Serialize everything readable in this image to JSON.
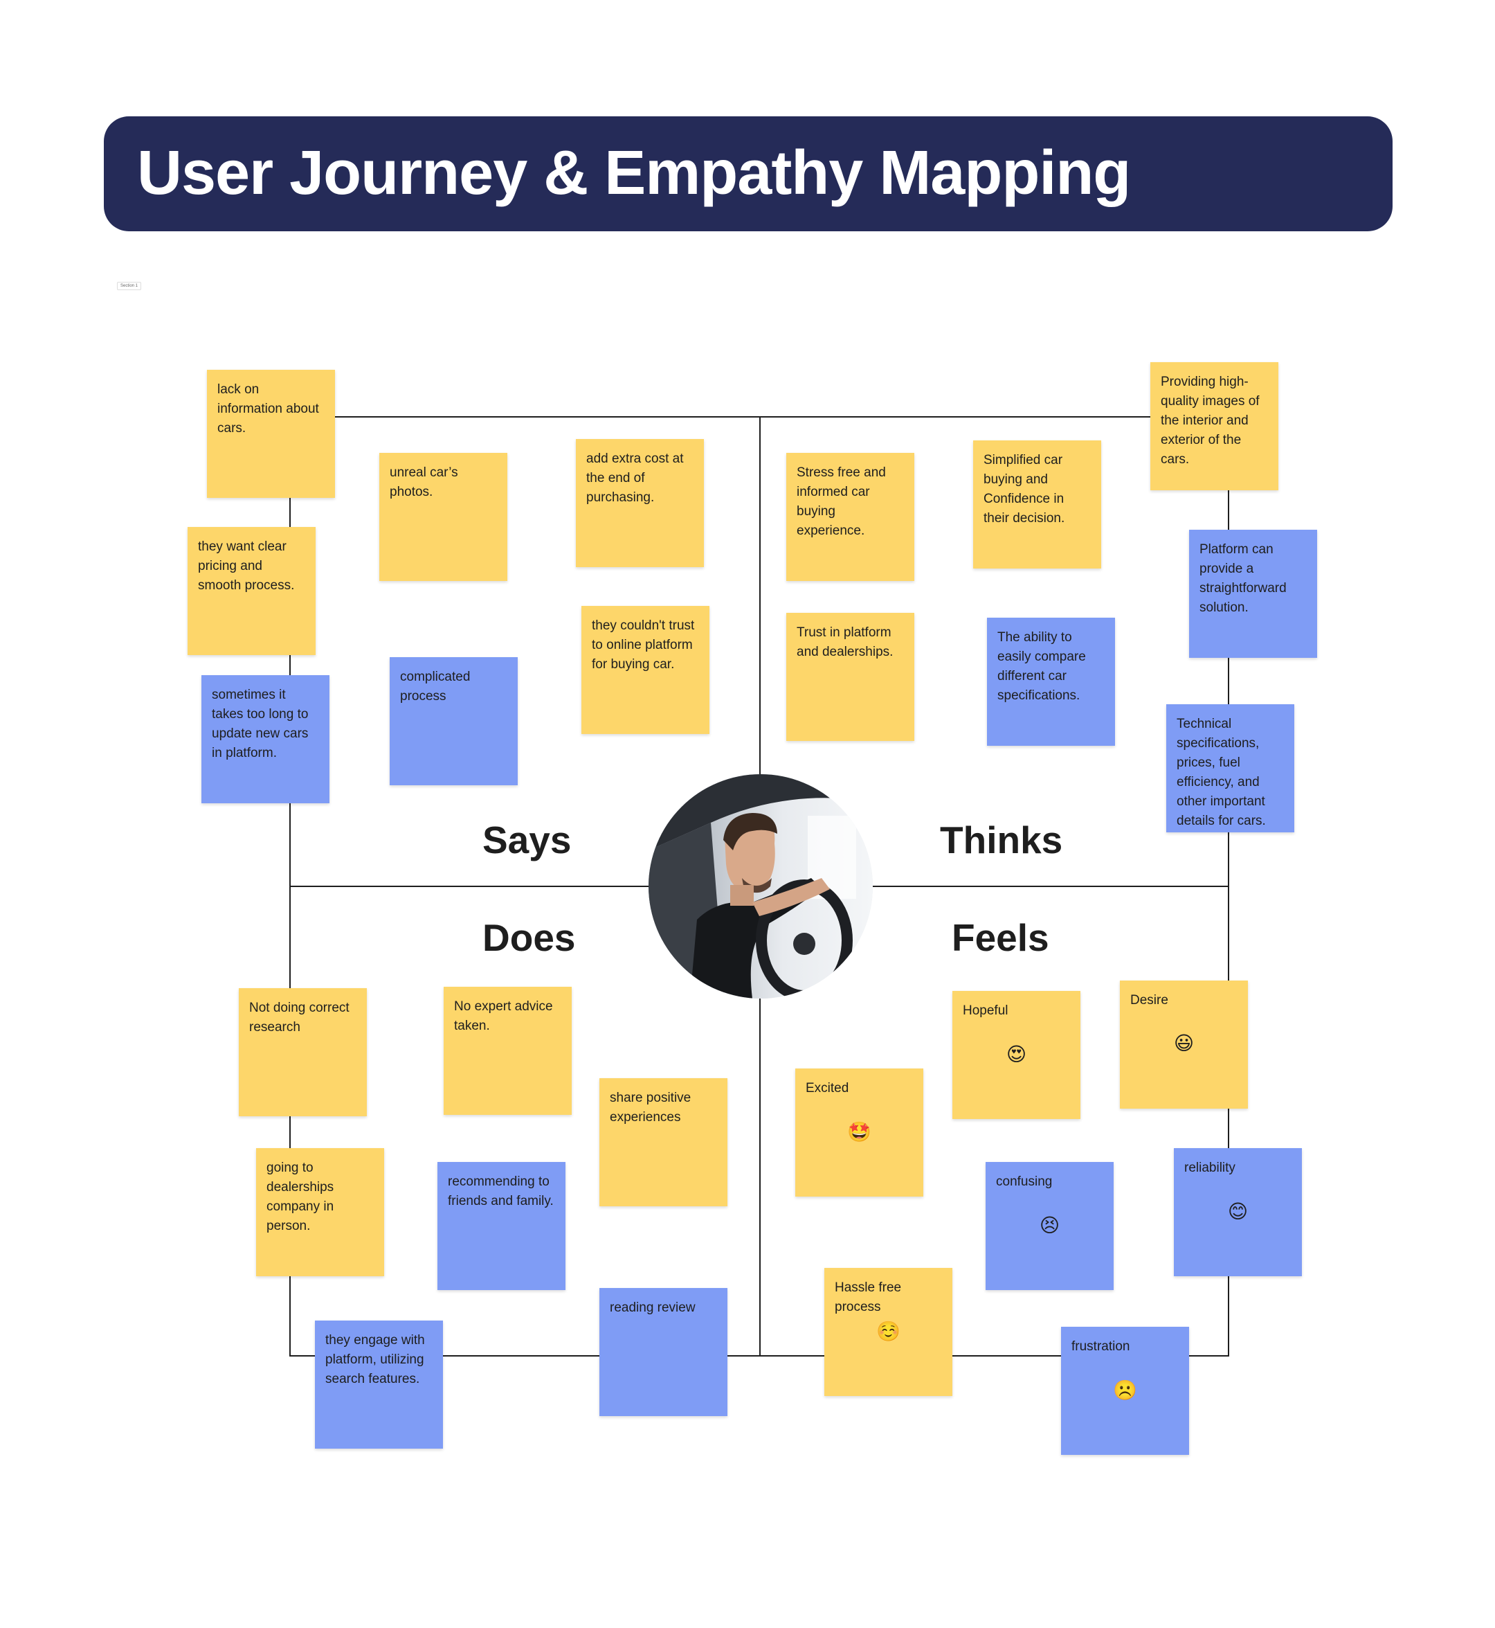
{
  "title": "User Journey & Empathy Mapping",
  "section_label": "Section 1",
  "quadrants": {
    "says": "Says",
    "thinks": "Thinks",
    "does": "Does",
    "feels": "Feels"
  },
  "colors": {
    "banner": "#252b58",
    "note_yellow": "#fdd66a",
    "note_blue": "#7f9cf5",
    "line": "#1e1e1e"
  },
  "notes": [
    {
      "text": "lack on information about cars.",
      "color": "yellow",
      "quadrant": "says"
    },
    {
      "text": "unreal car’s photos.",
      "color": "yellow",
      "quadrant": "says"
    },
    {
      "text": "add extra cost at the end of purchasing.",
      "color": "yellow",
      "quadrant": "says"
    },
    {
      "text": "they want clear pricing and smooth process.",
      "color": "yellow",
      "quadrant": "says"
    },
    {
      "text": "they couldn't trust to online platform for buying car.",
      "color": "yellow",
      "quadrant": "says"
    },
    {
      "text": "complicated process",
      "color": "blue",
      "quadrant": "says"
    },
    {
      "text": "sometimes it takes too long to update new cars in platform.",
      "color": "blue",
      "quadrant": "says"
    },
    {
      "text": "Stress free and informed car buying experience.",
      "color": "yellow",
      "quadrant": "thinks"
    },
    {
      "text": "Simplified car buying and Confidence in their decision.",
      "color": "yellow",
      "quadrant": "thinks"
    },
    {
      "text": "Providing high-quality images of the interior and exterior of the cars.",
      "color": "yellow",
      "quadrant": "thinks"
    },
    {
      "text": "Platform can provide a straightforward solution.",
      "color": "blue",
      "quadrant": "thinks"
    },
    {
      "text": "Trust in platform and dealerships.",
      "color": "yellow",
      "quadrant": "thinks"
    },
    {
      "text": "The ability to easily compare different car specifications.",
      "color": "blue",
      "quadrant": "thinks"
    },
    {
      "text": "Technical specifications, prices, fuel efficiency, and other important details for cars.",
      "color": "blue",
      "quadrant": "thinks"
    },
    {
      "text": "Not doing correct research",
      "color": "yellow",
      "quadrant": "does"
    },
    {
      "text": "No expert advice taken.",
      "color": "yellow",
      "quadrant": "does"
    },
    {
      "text": "share positive experiences",
      "color": "yellow",
      "quadrant": "does"
    },
    {
      "text": "going to dealerships company in person.",
      "color": "yellow",
      "quadrant": "does"
    },
    {
      "text": "recommending to friends and family.",
      "color": "blue",
      "quadrant": "does"
    },
    {
      "text": "reading review",
      "color": "blue",
      "quadrant": "does"
    },
    {
      "text": "they engage with platform, utilizing search features.",
      "color": "blue",
      "quadrant": "does"
    },
    {
      "text": "Hopeful",
      "emoji": "😍",
      "color": "yellow",
      "quadrant": "feels"
    },
    {
      "text": "Desire",
      "emoji": "😃",
      "color": "yellow",
      "quadrant": "feels"
    },
    {
      "text": "Excited",
      "emoji": "🤩",
      "color": "yellow",
      "quadrant": "feels"
    },
    {
      "text": "confusing",
      "emoji": "😣",
      "color": "blue",
      "quadrant": "feels"
    },
    {
      "text": "reliability",
      "emoji": "😊",
      "color": "blue",
      "quadrant": "feels"
    },
    {
      "text": "Hassle free process",
      "emoji": "☺️",
      "color": "yellow",
      "quadrant": "feels"
    },
    {
      "text": "frustration",
      "emoji": "☹️",
      "color": "blue",
      "quadrant": "feels"
    }
  ]
}
